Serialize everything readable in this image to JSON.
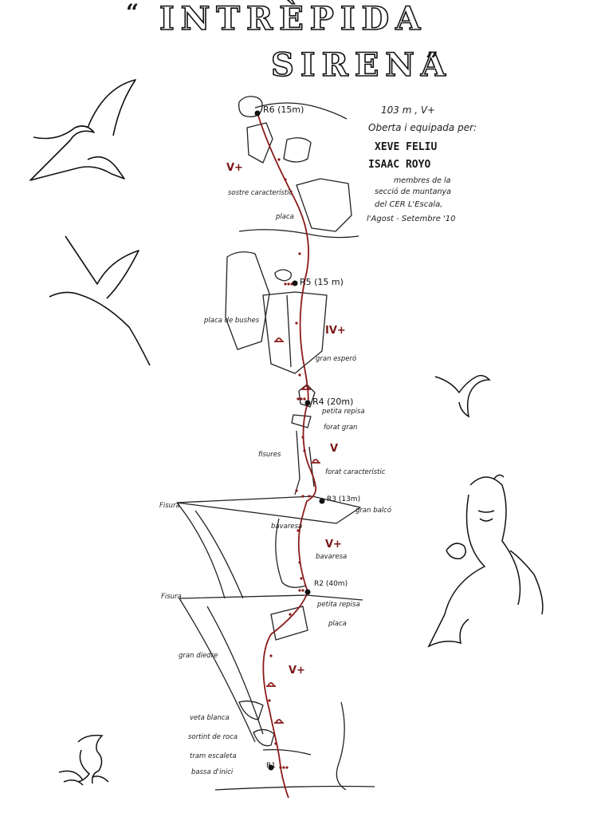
{
  "header": {
    "quote_open": "“",
    "title_line1": "INTRÈPIDA",
    "title_line2": "SIRENA",
    "quote_close": "”"
  },
  "info": {
    "length_grade": "103 m , V+",
    "opened_by": "Oberta i equipada per:",
    "authors": [
      "XEVE FELIU",
      "ISAAC ROYO"
    ],
    "members": [
      "membres de la",
      "secció de muntanya",
      "del CER L'Escala,",
      "l'Agost - Setembre '10"
    ]
  },
  "belays": [
    {
      "id": "r6",
      "text": "R6 (15m)"
    },
    {
      "id": "r5",
      "text": "R5 (15 m)"
    },
    {
      "id": "r4",
      "text": "R4 (20m)"
    },
    {
      "id": "r3",
      "text": "R3 (13m)"
    },
    {
      "id": "r2",
      "text": "R2 (40m)"
    },
    {
      "id": "r1",
      "text": "R1"
    }
  ],
  "grades": [
    {
      "id": "g1",
      "text": "V+"
    },
    {
      "id": "g2",
      "text": "IV+"
    },
    {
      "id": "g3",
      "text": "V"
    },
    {
      "id": "g4",
      "text": "V+"
    },
    {
      "id": "g5",
      "text": "V+"
    }
  ],
  "labels": {
    "sostre_caracteristic": "sostre característic",
    "placa_top": "placa",
    "placa_de_bushes": "placa de bushes",
    "gran_espero": "gran esperó",
    "petita_repisa_top": "petita repisa",
    "forat_gran": "forat gran",
    "fisures": "fisures",
    "forat_caracteristic": "forat característic",
    "gran_balco": "gran balcó",
    "fisura_left": "Fisura",
    "bavaresa_1": "bavaresa",
    "bavaresa_2": "bavaresa",
    "fisura_left2": "Fisura",
    "petita_repisa_low": "petita repisa",
    "placa_low": "placa",
    "gran_diedre": "gran diedre",
    "veta_blanca": "veta blanca",
    "sortint_de_roca": "sortint de roca",
    "tram_escaleta": "tram escaleta",
    "bassa_inici": "bassa d'inici"
  },
  "icons": [
    "seagull-icon",
    "seagull-icon",
    "seagull-icon",
    "mermaid-icon",
    "dolphin-icon",
    "spit-icon",
    "belay-station-icon"
  ],
  "colors": {
    "route": "#8b1a1a",
    "ink": "#1a1a1a",
    "grade": "#7a1616"
  }
}
